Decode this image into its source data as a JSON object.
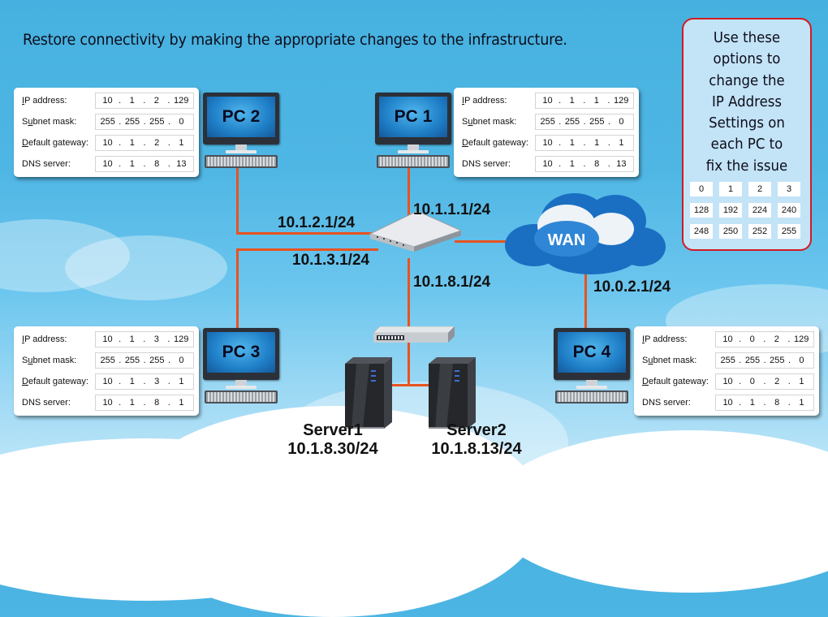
{
  "instruction": "Restore connectivity by making the appropriate changes to the infrastructure.",
  "pcs": [
    {
      "name": "PC 2",
      "fields": [
        {
          "label_pre": "",
          "label_u": "I",
          "label_post": "P address:",
          "octets": [
            "10",
            "1",
            "2",
            "129"
          ]
        },
        {
          "label_pre": "S",
          "label_u": "u",
          "label_post": "bnet mask:",
          "octets": [
            "255",
            "255",
            "255",
            "0"
          ]
        },
        {
          "label_pre": "",
          "label_u": "D",
          "label_post": "efault gateway:",
          "octets": [
            "10",
            "1",
            "2",
            "1"
          ]
        },
        {
          "label_pre": "DNS server:",
          "label_u": "",
          "label_post": "",
          "octets": [
            "10",
            "1",
            "8",
            "13"
          ]
        }
      ]
    },
    {
      "name": "PC 1",
      "fields": [
        {
          "label_pre": "",
          "label_u": "I",
          "label_post": "P address:",
          "octets": [
            "10",
            "1",
            "1",
            "129"
          ]
        },
        {
          "label_pre": "S",
          "label_u": "u",
          "label_post": "bnet mask:",
          "octets": [
            "255",
            "255",
            "255",
            "0"
          ]
        },
        {
          "label_pre": "",
          "label_u": "D",
          "label_post": "efault gateway:",
          "octets": [
            "10",
            "1",
            "1",
            "1"
          ]
        },
        {
          "label_pre": "DNS server:",
          "label_u": "",
          "label_post": "",
          "octets": [
            "10",
            "1",
            "8",
            "13"
          ]
        }
      ]
    },
    {
      "name": "PC 3",
      "fields": [
        {
          "label_pre": "",
          "label_u": "I",
          "label_post": "P address:",
          "octets": [
            "10",
            "1",
            "3",
            "129"
          ]
        },
        {
          "label_pre": "S",
          "label_u": "u",
          "label_post": "bnet mask:",
          "octets": [
            "255",
            "255",
            "255",
            "0"
          ]
        },
        {
          "label_pre": "",
          "label_u": "D",
          "label_post": "efault gateway:",
          "octets": [
            "10",
            "1",
            "3",
            "1"
          ]
        },
        {
          "label_pre": "DNS server:",
          "label_u": "",
          "label_post": "",
          "octets": [
            "10",
            "1",
            "8",
            "1"
          ]
        }
      ]
    },
    {
      "name": "PC 4",
      "fields": [
        {
          "label_pre": "",
          "label_u": "I",
          "label_post": "P address:",
          "octets": [
            "10",
            "0",
            "2",
            "129"
          ]
        },
        {
          "label_pre": "S",
          "label_u": "u",
          "label_post": "bnet mask:",
          "octets": [
            "255",
            "255",
            "255",
            "0"
          ]
        },
        {
          "label_pre": "",
          "label_u": "D",
          "label_post": "efault gateway:",
          "octets": [
            "10",
            "0",
            "2",
            "1"
          ]
        },
        {
          "label_pre": "DNS server:",
          "label_u": "",
          "label_post": "",
          "octets": [
            "10",
            "1",
            "8",
            "1"
          ]
        }
      ]
    }
  ],
  "router_interfaces": {
    "pc2_side": "10.1.2.1/24",
    "pc1_side": "10.1.1.1/24",
    "pc3_side": "10.1.3.1/24",
    "server_side": "10.1.8.1/24"
  },
  "wan": {
    "label": "WAN",
    "pc4_side": "10.0.2.1/24"
  },
  "servers": [
    {
      "name": "Server1",
      "ip": "10.1.8.30/24"
    },
    {
      "name": "Server2",
      "ip": "10.1.8.13/24"
    }
  ],
  "options_panel": {
    "text_lines": [
      "Use these",
      "options to",
      "change the",
      "IP Address",
      "Settings on",
      "each PC to",
      "fix the issue"
    ],
    "values": [
      "0",
      "1",
      "2",
      "3",
      "128",
      "192",
      "224",
      "240",
      "248",
      "250",
      "252",
      "255"
    ]
  },
  "colors": {
    "wire": "#e8531f",
    "options_border": "#d41a1f",
    "options_bg": "#c3e3f7",
    "sky": "#46b1e0"
  }
}
